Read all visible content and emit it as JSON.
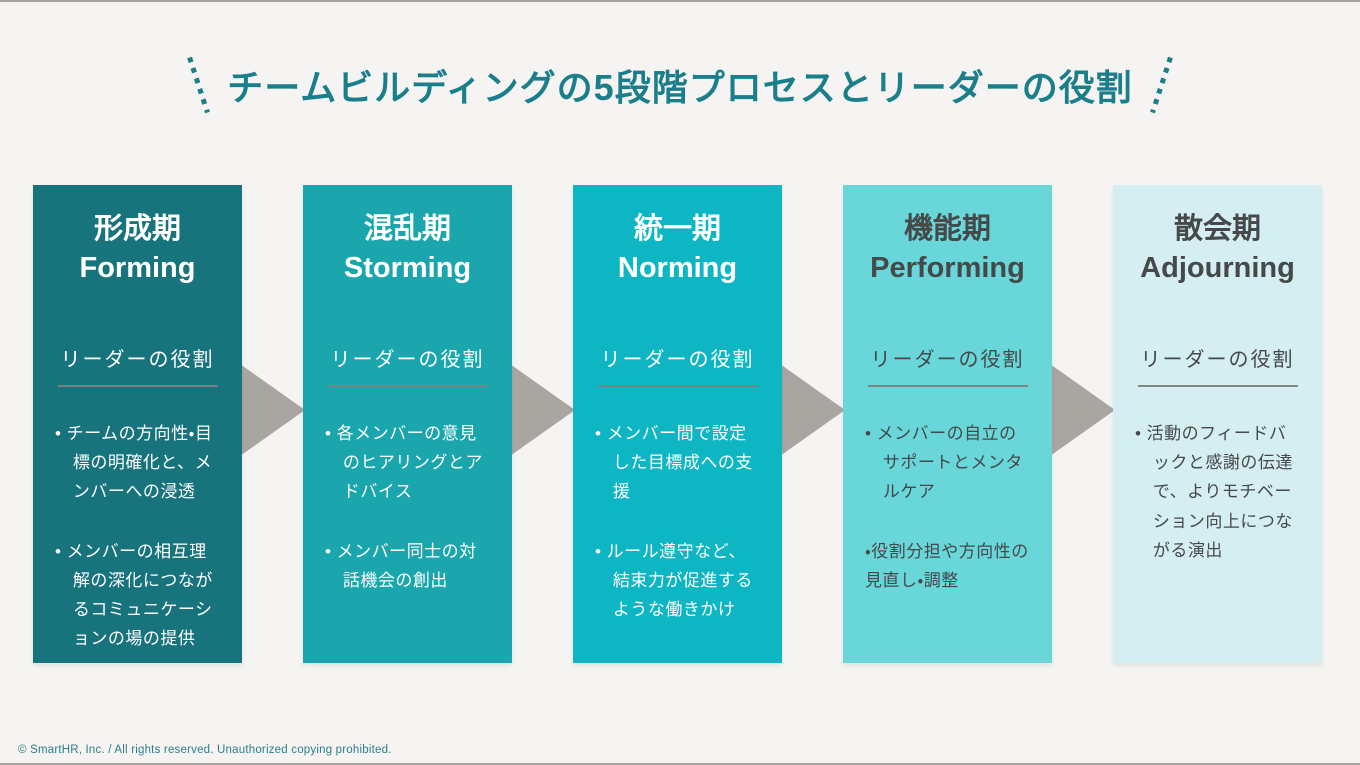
{
  "page": {
    "title": "チームビルディングの5段階プロセスとリーダーの役割",
    "title_color": "#1a7f8a",
    "background_color": "#f5f4f2",
    "footer": "© SmartHR, Inc. / All rights reserved. Unauthorized copying prohibited.",
    "footer_color": "#2d7e8a",
    "decorations": [
      "dashed-slash-left-icon",
      "dashed-slash-right-icon"
    ]
  },
  "flow": {
    "arrow_icon": "right-triangle-arrow-icon",
    "arrow_color": "#a9a6a1",
    "role_label": "リーダーの役割",
    "stages": [
      {
        "name_jp": "形成期",
        "name_en": "Forming",
        "bg_color": "#17737c",
        "text_color": "#ffffff",
        "bullets": [
          {
            "bullet": "•",
            "style": "hanging",
            "text": "チームの方向性・目標の明確化と、メンバーへの浸透"
          },
          {
            "bullet": "•",
            "style": "hanging",
            "text": "メンバーの相互理解の深化につながるコミュニケーションの場の提供"
          }
        ]
      },
      {
        "name_jp": "混乱期",
        "name_en": "Storming",
        "bg_color": "#1aa6ac",
        "text_color": "#ffffff",
        "bullets": [
          {
            "bullet": "•",
            "style": "hanging",
            "text": "各メンバーの意見のヒアリングとアドバイス"
          },
          {
            "bullet": "•",
            "style": "hanging",
            "text": "メンバー同士の対話機会の創出"
          }
        ]
      },
      {
        "name_jp": "統一期",
        "name_en": "Norming",
        "bg_color": "#0eb6c3",
        "text_color": "#ffffff",
        "bullets": [
          {
            "bullet": "•",
            "style": "hanging",
            "text": "メンバー間で設定した目標成への支援"
          },
          {
            "bullet": "•",
            "style": "hanging",
            "text": "ルール遵守など、結束力が促進するような働きかけ"
          }
        ]
      },
      {
        "name_jp": "機能期",
        "name_en": "Performing",
        "bg_color": "#69d6d9",
        "text_color": "#45494a",
        "bullets": [
          {
            "bullet": "•",
            "style": "hanging",
            "text": "メンバーの自立のサポートとメンタルケア"
          },
          {
            "bullet": "・",
            "style": "inline",
            "text": "役割分担や方向性の見直し・調整"
          }
        ]
      },
      {
        "name_jp": "散会期",
        "name_en": "Adjourning",
        "bg_color": "#d5eef1",
        "text_color": "#45494a",
        "bullets": [
          {
            "bullet": "•",
            "style": "hanging",
            "text": "活動のフィードバックと感謝の伝達で、よりモチベーション向上につながる演出"
          }
        ]
      }
    ]
  }
}
